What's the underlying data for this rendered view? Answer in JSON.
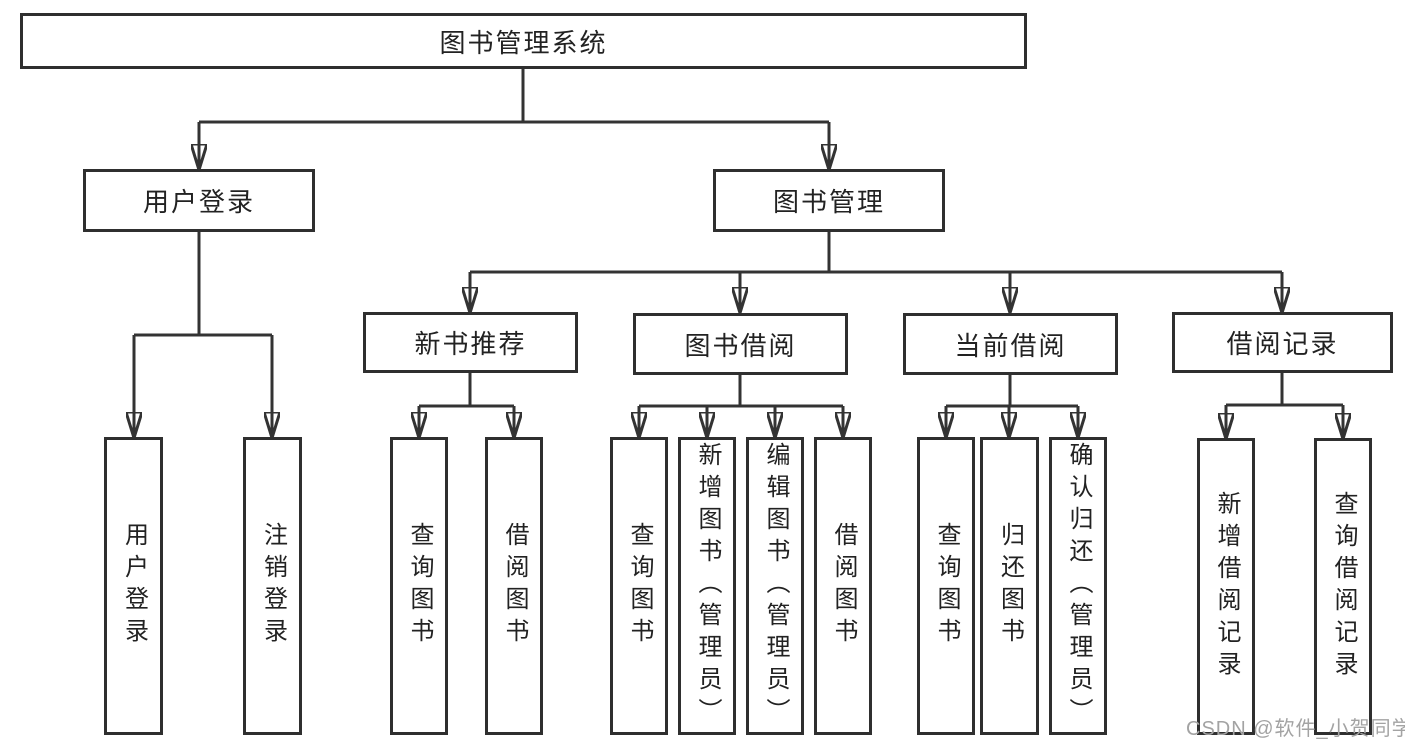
{
  "tree": {
    "root": {
      "label": "图书管理系统"
    },
    "branches": [
      {
        "label": "用户登录",
        "children": [
          {
            "label": "用户登录"
          },
          {
            "label": "注销登录"
          }
        ]
      },
      {
        "label": "图书管理",
        "children": [
          {
            "label": "新书推荐",
            "children": [
              {
                "label": "查询图书"
              },
              {
                "label": "借阅图书"
              }
            ]
          },
          {
            "label": "图书借阅",
            "children": [
              {
                "label": "查询图书"
              },
              {
                "label": "新增图书（管理员）"
              },
              {
                "label": "编辑图书（管理员）"
              },
              {
                "label": "借阅图书"
              }
            ]
          },
          {
            "label": "当前借阅",
            "children": [
              {
                "label": "查询图书"
              },
              {
                "label": "归还图书"
              },
              {
                "label": "确认归还（管理员）"
              }
            ]
          },
          {
            "label": "借阅记录",
            "children": [
              {
                "label": "新增借阅记录"
              },
              {
                "label": "查询借阅记录"
              }
            ]
          }
        ]
      }
    ]
  },
  "watermark": {
    "text": "CSDN @软件_小贺同学"
  },
  "colors": {
    "line": "#333333",
    "box_border": "#2f2f2f",
    "text": "#222222",
    "watermark_text": "#a3a3a3",
    "background": "#ffffff"
  }
}
